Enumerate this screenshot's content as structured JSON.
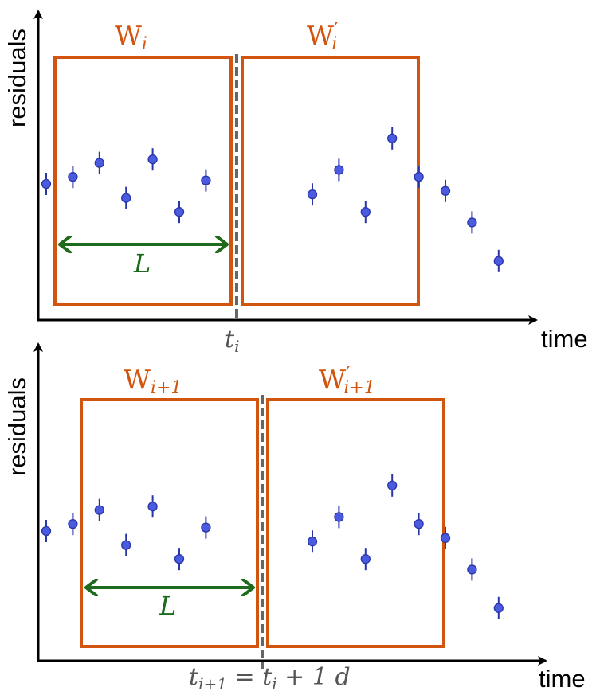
{
  "panels": [
    {
      "ylabel": "residuals",
      "xlabel": "time",
      "window_left": {
        "base": "W",
        "sub": "i",
        "prime": ""
      },
      "window_right": {
        "base": "W",
        "sub": "i",
        "prime": "′"
      },
      "length_label": "L",
      "time_label": {
        "base": "t",
        "sub": "i",
        "suffix": ""
      },
      "points": [
        {
          "t": 0,
          "r": 0.1
        },
        {
          "t": 1,
          "r": 0.14
        },
        {
          "t": 2,
          "r": 0.22
        },
        {
          "t": 3,
          "r": 0.02
        },
        {
          "t": 4,
          "r": 0.24
        },
        {
          "t": 5,
          "r": -0.06
        },
        {
          "t": 6,
          "r": 0.12
        },
        {
          "t": 10,
          "r": 0.04
        },
        {
          "t": 11,
          "r": 0.18
        },
        {
          "t": 12,
          "r": -0.06
        },
        {
          "t": 13,
          "r": 0.36
        },
        {
          "t": 14,
          "r": 0.14
        },
        {
          "t": 15,
          "r": 0.06
        },
        {
          "t": 16,
          "r": -0.12
        },
        {
          "t": 17,
          "r": -0.34
        }
      ]
    },
    {
      "ylabel": "residuals",
      "xlabel": "time",
      "window_left": {
        "base": "W",
        "sub": "i+1",
        "prime": ""
      },
      "window_right": {
        "base": "W",
        "sub": "i+1",
        "prime": "′"
      },
      "length_label": "L",
      "time_label": {
        "base": "t",
        "sub": "i+1",
        "suffix": " = t",
        "suffix_sub": "i",
        "suffix_end": " + 1 d"
      },
      "points": [
        {
          "t": 0,
          "r": 0.1
        },
        {
          "t": 1,
          "r": 0.14
        },
        {
          "t": 2,
          "r": 0.22
        },
        {
          "t": 3,
          "r": 0.02
        },
        {
          "t": 4,
          "r": 0.24
        },
        {
          "t": 5,
          "r": -0.06
        },
        {
          "t": 6,
          "r": 0.12
        },
        {
          "t": 10,
          "r": 0.04
        },
        {
          "t": 11,
          "r": 0.18
        },
        {
          "t": 12,
          "r": -0.06
        },
        {
          "t": 13,
          "r": 0.36
        },
        {
          "t": 14,
          "r": 0.14
        },
        {
          "t": 15,
          "r": 0.06
        },
        {
          "t": 16,
          "r": -0.12
        },
        {
          "t": 17,
          "r": -0.34
        }
      ]
    }
  ],
  "colors": {
    "window": "#d2550f",
    "arrow": "#1e6b1e",
    "point": "#4a5be0",
    "point_stroke": "#2a35a8",
    "dashed": "#555555",
    "axis": "#000000"
  }
}
